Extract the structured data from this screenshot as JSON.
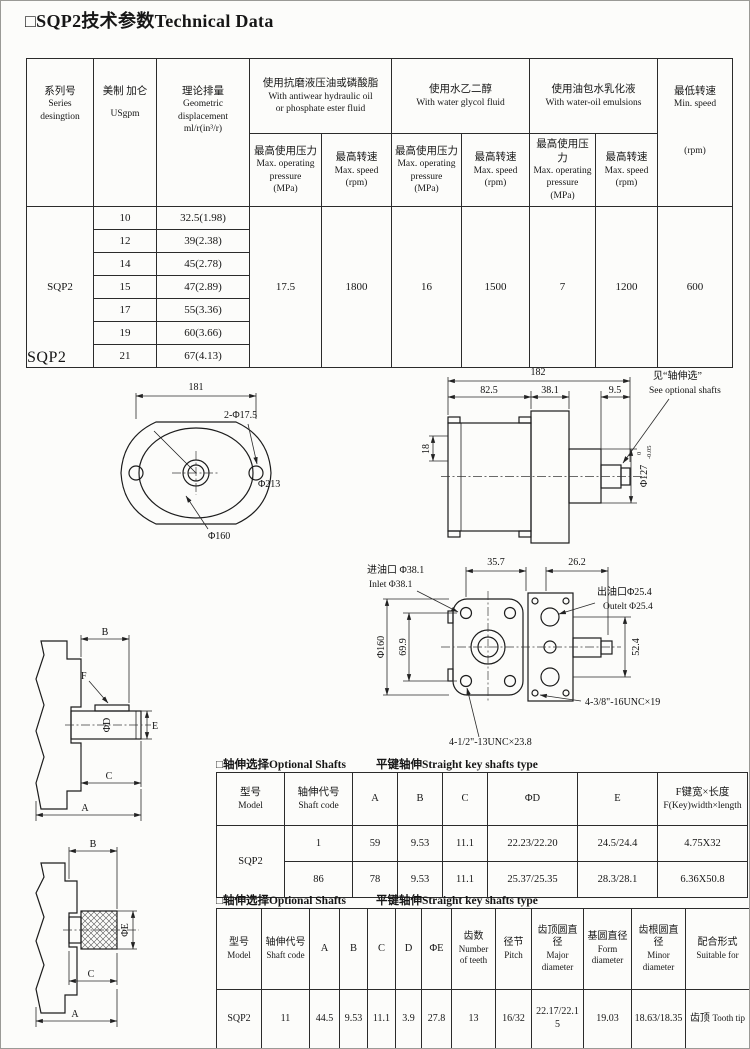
{
  "page": {
    "title": "□SQP2技术参数Technical Data",
    "section_label": "SQP2"
  },
  "main_table": {
    "series_cn": "系列号",
    "series_en": "Series desingtion",
    "usgpm_cn": "美制 加仑",
    "usgpm_en": "USgpm",
    "disp_cn": "理论排量",
    "disp_en": "Geometric displacement ml/r(in³/r)",
    "antiwear_cn": "使用抗磨液压油或磷酸脂",
    "antiwear_en1": "With antiwear hydraulic oil",
    "antiwear_en2": "or phosphate ester fluid",
    "glycol_cn": "使用水乙二醇",
    "glycol_en": "With water glycol  fluid",
    "emulsion_cn": "使用油包水乳化液",
    "emulsion_en": "With water-oil emulsions",
    "minspeed_cn": "最低转速",
    "minspeed_en": "Min. speed",
    "minspeed_unit": "(rpm)",
    "maxp_cn": "最高使用压力",
    "maxp_en": "Max. operating pressure",
    "maxp_unit": "(MPa)",
    "maxs_cn": "最高转速",
    "maxs_en": "Max. speed",
    "maxs_unit": "(rpm)",
    "series": "SQP2",
    "rows": [
      {
        "usgpm": "10",
        "displacement": "32.5(1.98)"
      },
      {
        "usgpm": "12",
        "displacement": "39(2.38)"
      },
      {
        "usgpm": "14",
        "displacement": "45(2.78)"
      },
      {
        "usgpm": "15",
        "displacement": "47(2.89)"
      },
      {
        "usgpm": "17",
        "displacement": "55(3.36)"
      },
      {
        "usgpm": "19",
        "displacement": "60(3.66)"
      },
      {
        "usgpm": "21",
        "displacement": "67(4.13)"
      }
    ],
    "values": {
      "antiwear_pressure": "17.5",
      "antiwear_speed": "1800",
      "glycol_pressure": "16",
      "glycol_speed": "1500",
      "emulsion_pressure": "7",
      "emulsion_speed": "1200",
      "min_speed": "600"
    }
  },
  "front_view": {
    "dim_width": "181",
    "label_holes": "2-Φ17.5",
    "label_outer": "Φ213",
    "label_pilot": "Φ160"
  },
  "side_view": {
    "dim_total": "182",
    "dim_body": "82.5",
    "dim_flange": "38.1",
    "dim_tip": "9.5",
    "dim_ear": "18",
    "label_dia": "Φ127",
    "label_dia_tol_top": "0",
    "label_dia_tol_bot": "-0.05",
    "note_cn": "见“轴伸选”",
    "note_en": "See optional shafts"
  },
  "rear_view": {
    "inlet_cn": "进油口 Φ38.1",
    "inlet_en": "Inlet  Φ38.1",
    "dim_a": "35.7",
    "dim_b": "26.2",
    "outlet_cn": "出油口Φ25.4",
    "outlet_en": "Outelt Φ25.4",
    "dim_dia": "Φ160",
    "dim_c": "69.9",
    "dim_d": "52.4",
    "thread_small": "4-3/8\"-16UNC×19",
    "thread_large": "4-1/2\"-13UNC×23.8"
  },
  "shaft_key_view": {
    "dim_b": "B",
    "dim_f": "F",
    "dim_d": "ΦD",
    "dim_e": "E",
    "dim_c": "C",
    "dim_a": "A"
  },
  "shaft_spline_view": {
    "dim_b": "B",
    "dim_e": "ΦE",
    "dim_c": "C",
    "dim_a": "A"
  },
  "shaft_table1": {
    "title": "□轴伸选择Optional Shafts",
    "subtitle": "平键轴伸Straight  key shafts type",
    "h_model_cn": "型号",
    "h_model_en": "Model",
    "h_code_cn": "轴伸代号",
    "h_code_en": "Shaft code",
    "h_a": "A",
    "h_b": "B",
    "h_c": "C",
    "h_phid": "ΦD",
    "h_e": "E",
    "h_key_cn": "F键宽×长度",
    "h_key_en": "F(Key)width×length",
    "model": "SQP2",
    "rows": [
      {
        "code": "1",
        "a": "59",
        "b": "9.53",
        "c": "11.1",
        "d": "22.23/22.20",
        "e": "24.5/24.4",
        "f": "4.75X32"
      },
      {
        "code": "86",
        "a": "78",
        "b": "9.53",
        "c": "11.1",
        "d": "25.37/25.35",
        "e": "28.3/28.1",
        "f": "6.36X50.8"
      }
    ]
  },
  "shaft_table2": {
    "title": "□轴伸选择Optional Shafts",
    "subtitle": "平键轴伸Straight  key shafts type",
    "h_model_cn": "型号",
    "h_model_en": "Model",
    "h_code_cn": "轴伸代号",
    "h_code_en": "Shaft code",
    "h_a": "A",
    "h_b": "B",
    "h_c": "C",
    "h_d": "D",
    "h_phie": "ΦE",
    "h_teeth_cn": "齿数",
    "h_teeth_en": "Number of teeth",
    "h_pitch_cn": "径节",
    "h_pitch_en": "Pitch",
    "h_major_cn": "齿顶圆直径",
    "h_major_en": "Major diameter",
    "h_form_cn": "基圆直径",
    "h_form_en": "Form diameter",
    "h_minor_cn": "齿根圆直径",
    "h_minor_en": "Minor diameter",
    "h_fit_cn": "配合形式",
    "h_fit_en": "Suitable for",
    "row": {
      "model": "SQP2",
      "code": "11",
      "a": "44.5",
      "b": "9.53",
      "c": "11.1",
      "d": "3.9",
      "e": "27.8",
      "teeth": "13",
      "pitch": "16/32",
      "major": "22.17/22.15",
      "form": "19.03",
      "minor": "18.63/18.35",
      "fit_cn": "齿顶",
      "fit_en": "Tooth tip"
    }
  }
}
